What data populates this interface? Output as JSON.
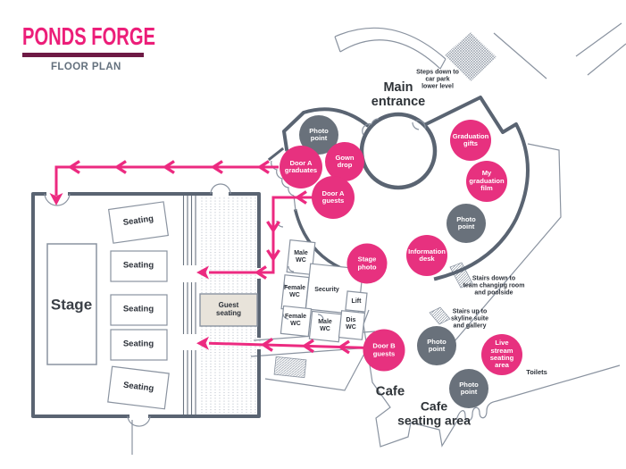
{
  "header": {
    "title": "PONDS FORGE",
    "subtitle": "FLOOR PLAN"
  },
  "colors": {
    "pink": "#E7317F",
    "route": "#EC2A80",
    "gray": "#69717B",
    "wall": "#5A6472",
    "thin": "#8A93A0",
    "underline": "#6E1A45",
    "title_pink": "#EC1E79",
    "text_dark": "#2B3038"
  },
  "hall": {
    "stage": "Stage",
    "seating": "Seating",
    "guest_seating": "Guest\nseating"
  },
  "rooms": {
    "male_wc_top": "Male\nWC",
    "female_wc_mid": "Female\nWC",
    "security": "Security",
    "lift": "Lift",
    "female_wc_bottom": "Female\nWC",
    "male_wc_bottom": "Male\nWC",
    "dis_wc": "Dis\nWC"
  },
  "stations": [
    {
      "label": "Photo\npoint",
      "type": "gray"
    },
    {
      "label": "Door A\ngraduates",
      "type": "pink"
    },
    {
      "label": "Gown\ndrop",
      "type": "pink"
    },
    {
      "label": "Door A\nguests",
      "type": "pink"
    },
    {
      "label": "Graduation\ngifts",
      "type": "pink"
    },
    {
      "label": "My\ngraduation\nfilm",
      "type": "pink"
    },
    {
      "label": "Photo\npoint",
      "type": "gray"
    },
    {
      "label": "Information\ndesk",
      "type": "pink"
    },
    {
      "label": "Stage\nphoto",
      "type": "pink"
    },
    {
      "label": "Door B\nguests",
      "type": "pink"
    },
    {
      "label": "Photo\npoint",
      "type": "gray"
    },
    {
      "label": "Live\nstream\nseating\narea",
      "type": "pink"
    },
    {
      "label": "Photo\npoint",
      "type": "gray"
    }
  ],
  "annotations": {
    "steps_car_park": "Steps down to\ncar park\nlower level",
    "main_entrance": "Main\nentrance",
    "stairs_team": "Stairs down to\nteam changing room\nand poolside",
    "stairs_skyline": "Stairs up to\nskyline suite\nand gallery",
    "toilets": "Toilets",
    "cafe": "Cafe",
    "cafe_seating": "Cafe\nseating area"
  }
}
